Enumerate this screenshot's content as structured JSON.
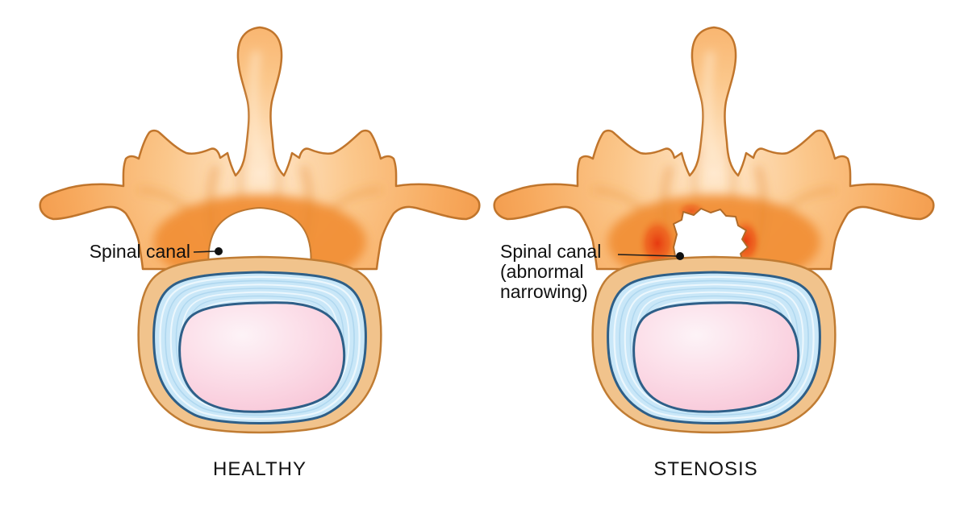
{
  "figure": {
    "subject": "spinal-canal-comparison",
    "panels": [
      {
        "id": "healthy",
        "caption": "HEALTHY",
        "canal_label_lines": [
          "Spinal canal"
        ],
        "canal_state": "normal open canal"
      },
      {
        "id": "stenosis",
        "caption": "STENOSIS",
        "canal_label_lines": [
          "Spinal canal",
          "(abnormal",
          "narrowing)"
        ],
        "canal_state": "abnormal narrowing with inflammation"
      }
    ],
    "colors": {
      "background": "#ffffff",
      "bone_light": "#ffe9cf",
      "bone_orange": "#f09140",
      "bone_outline": "#c0752c",
      "canal_fill": "#ffffff",
      "canal_outline": "#bd7730",
      "inflammation_red": "#e63a10",
      "disc_outer_ring": "#f1c38c",
      "disc_outer_outline": "#c07c33",
      "annulus_blue": "#c9e7f8",
      "annulus_outline": "#2e5f88",
      "nucleus_pink": "#f7c3d5",
      "leader_line": "#1c1c1c",
      "label_text": "#101010"
    }
  }
}
